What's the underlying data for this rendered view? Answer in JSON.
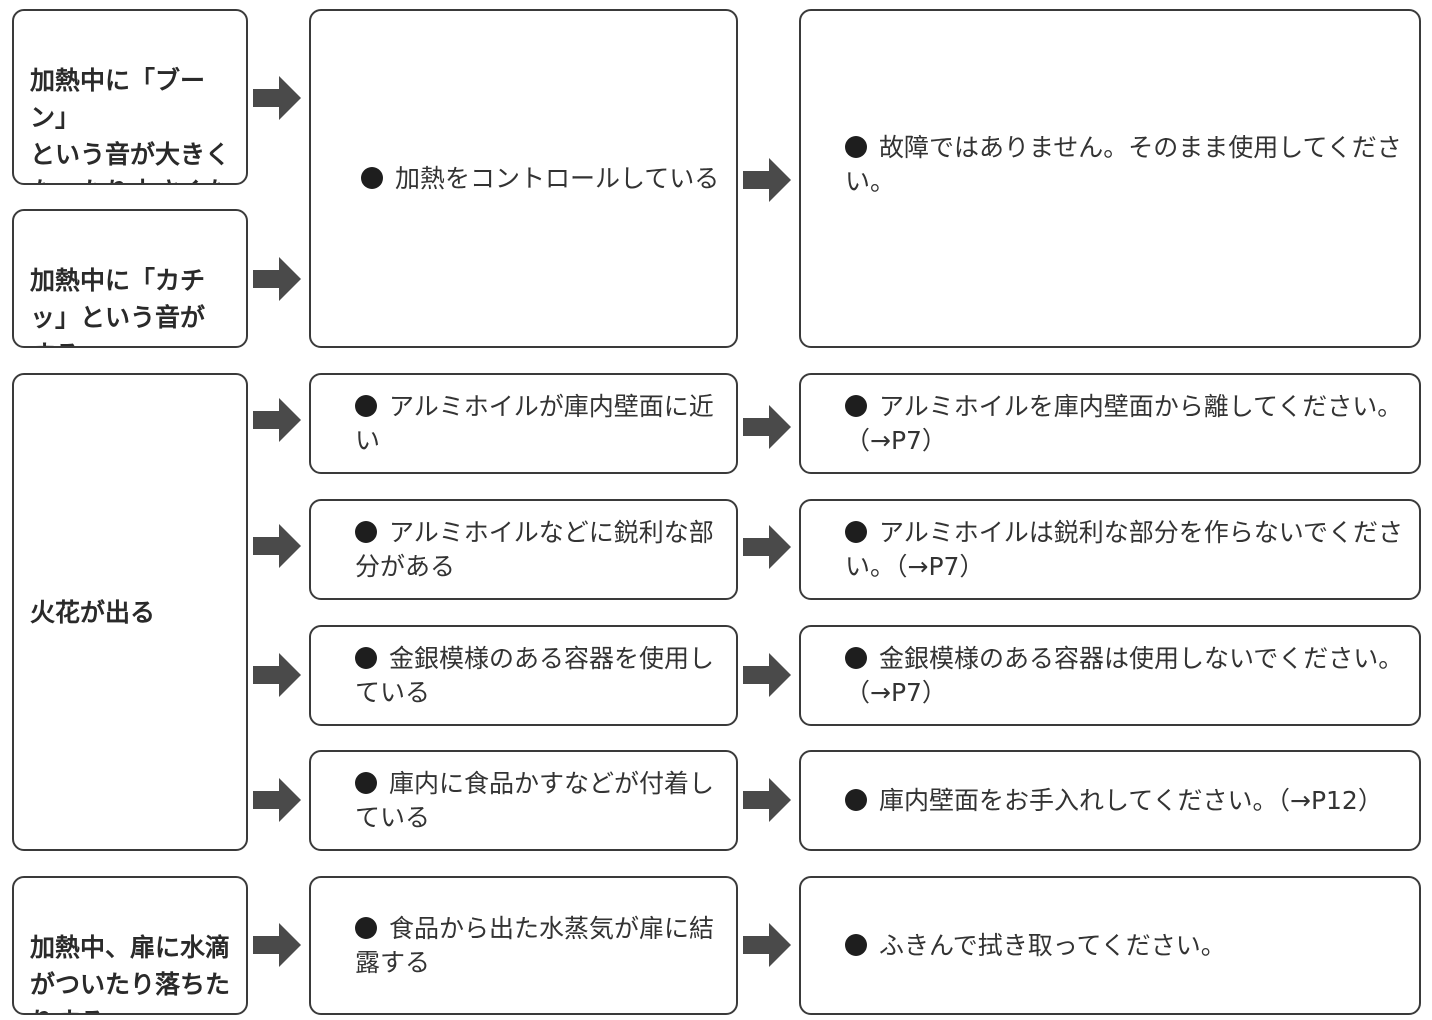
{
  "rows": [
    {
      "symptoms": [
        "加熱中に「ブーン」\nという音が大きく\nなったり小さくな\nったりする",
        "加熱中に「カチ\nッ」という音が\nする"
      ],
      "cause": "加熱をコントロールしている",
      "remedy": "故障ではありません。そのまま使用してください。"
    },
    {
      "symptom": "火花が出る",
      "items": [
        {
          "cause": "アルミホイルが庫内壁面に近い",
          "remedy": "アルミホイルを庫内壁面から離してください。（→P7）"
        },
        {
          "cause": "アルミホイルなどに鋭利な部分がある",
          "remedy": "アルミホイルは鋭利な部分を作らないでください。（→P7）"
        },
        {
          "cause": "金銀模様のある容器を使用している",
          "remedy": "金銀模様のある容器は使用しないでください。（→P7）"
        },
        {
          "cause": "庫内に食品かすなどが付着している",
          "remedy": "庫内壁面をお手入れしてください。（→P12）"
        }
      ]
    },
    {
      "symptom": "加熱中、扉に水滴\nがついたり落ちた\nりする",
      "cause": "食品から出た水蒸気が扉に結露する",
      "remedy": "ふきんで拭き取ってください。"
    }
  ],
  "colors": {
    "border": "#3a3a3a",
    "arrow": "#4a4a4a",
    "bullet": "#1e1e1e"
  },
  "icons": {
    "arrow": "right-arrow-icon",
    "bullet": "bullet-icon"
  }
}
